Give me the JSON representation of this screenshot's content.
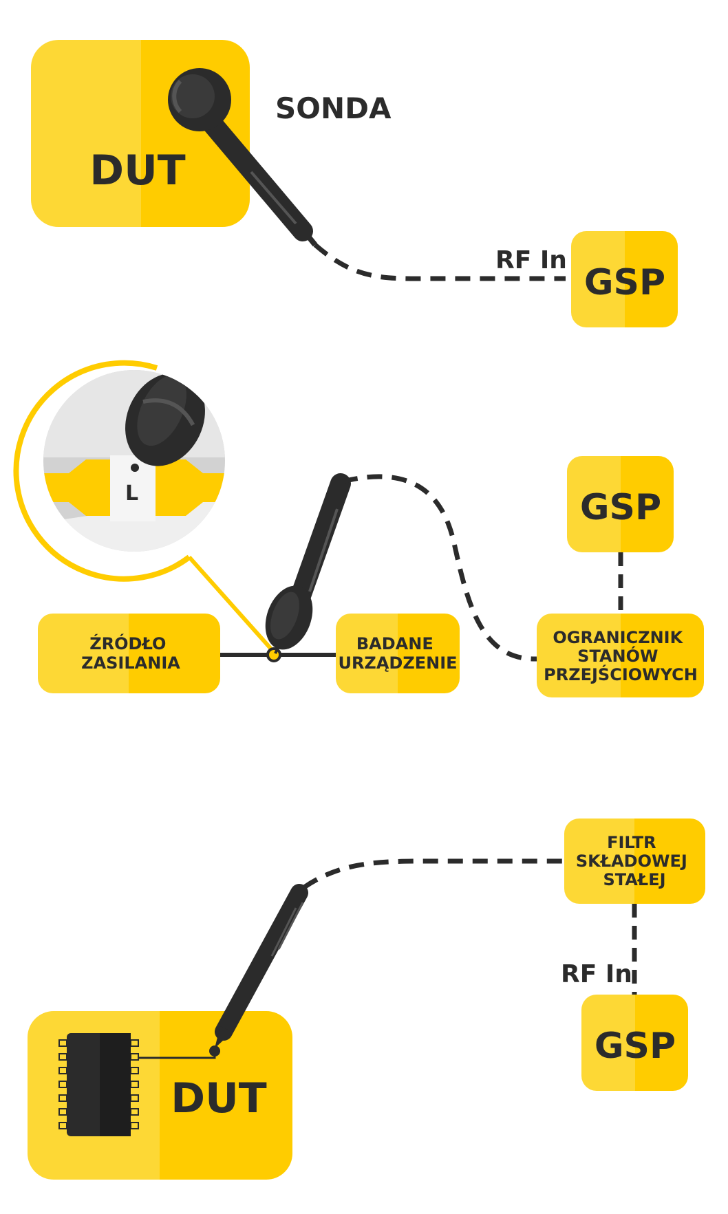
{
  "colors": {
    "yellow_light": "#FDD835",
    "yellow_dark": "#FFCC00",
    "dark": "#2b2b2b",
    "probe": "#333333",
    "probe_dark": "#1e1e1e",
    "gray_light": "#e6e6e6",
    "gray_mid": "#d2d2d2"
  },
  "section1": {
    "dut_label": "DUT",
    "probe_label": "SONDA",
    "rf_label": "RF In",
    "gsp_label": "GSP"
  },
  "section2": {
    "inductor_label": "L",
    "source_label": [
      "ŹRÓDŁO",
      "ZASILANIA"
    ],
    "device_label": [
      "BADANE",
      "URZĄDZENIE"
    ],
    "limiter_label": [
      "OGRANICZNIK",
      "STANÓW",
      "PRZEJŚCIOWYCH"
    ],
    "gsp_label": "GSP"
  },
  "section3": {
    "filter_label": [
      "FILTR",
      "SKŁADOWEJ",
      "STAŁEJ"
    ],
    "rf_label": "RF In",
    "gsp_label": "GSP",
    "dut_label": "DUT"
  }
}
